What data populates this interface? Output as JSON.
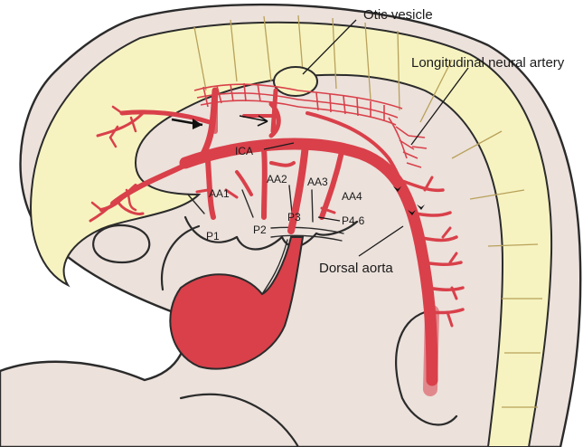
{
  "labels": {
    "otic_vesicle": "Otic vesicle",
    "longitudinal_neural_artery": "Longitudinal neural artery",
    "dorsal_aorta": "Dorsal aorta",
    "ica": "ICA",
    "aa1": "AA1",
    "aa2": "AA2",
    "aa3": "AA3",
    "aa4": "AA4",
    "p1": "P1",
    "p2": "P2",
    "p3": "P3",
    "p4_6": "P4-6"
  },
  "colors": {
    "embryo_body": "#ece1db",
    "neural_tube": "#f6f3c0",
    "vessel": "#d9404a",
    "heart": "#d9404a",
    "outline": "#2b2b2b"
  }
}
